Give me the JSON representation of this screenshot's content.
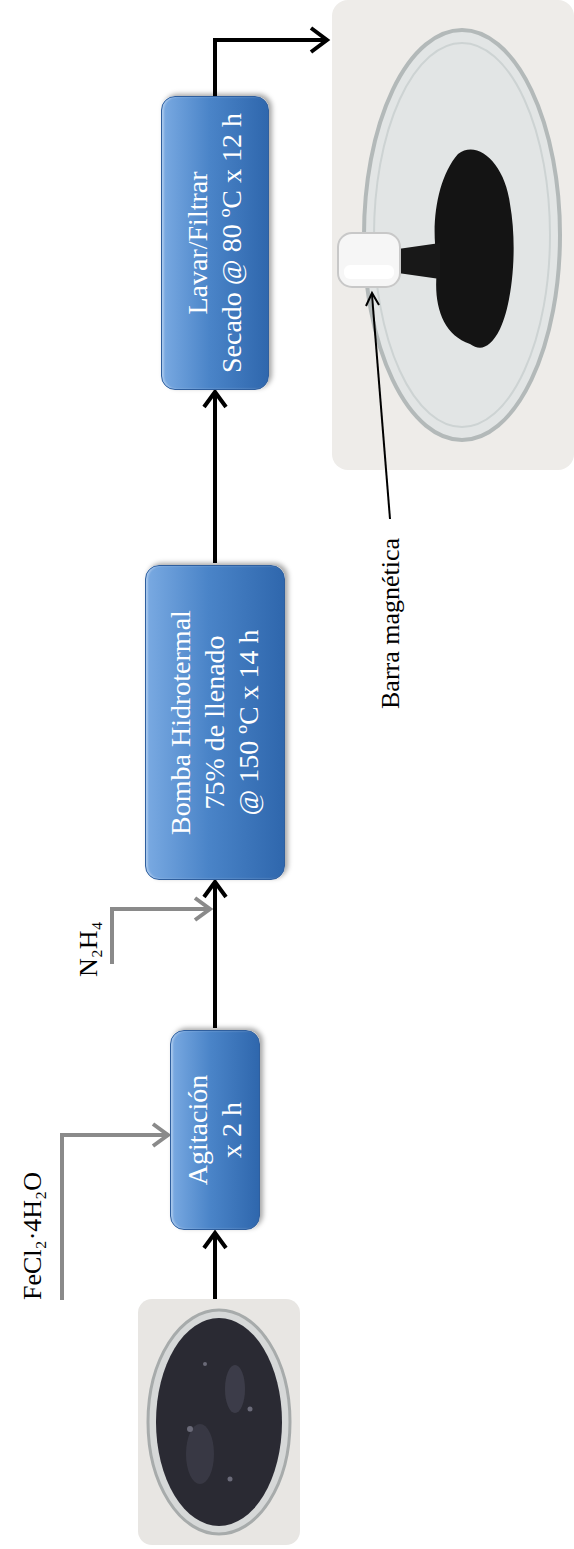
{
  "diagram": {
    "nodes": [
      {
        "text": [
          "Agitación",
          "x 2 h"
        ]
      },
      {
        "text": [
          "Bomba Hidrotermal",
          "75% de llenado",
          "@ 150 ºC x 14 h"
        ]
      },
      {
        "text": [
          "Lavar/Filtrar",
          "Secado @ 80 ºC x 12 h"
        ]
      }
    ],
    "edges": [
      {
        "from": 0,
        "to": 1,
        "arrow": "to"
      },
      {
        "from": 1,
        "to": 2,
        "arrow": "to"
      }
    ],
    "labels": [
      "FeCl₂·4H₂O",
      "N₂H₄",
      "Barra magnética"
    ]
  }
}
